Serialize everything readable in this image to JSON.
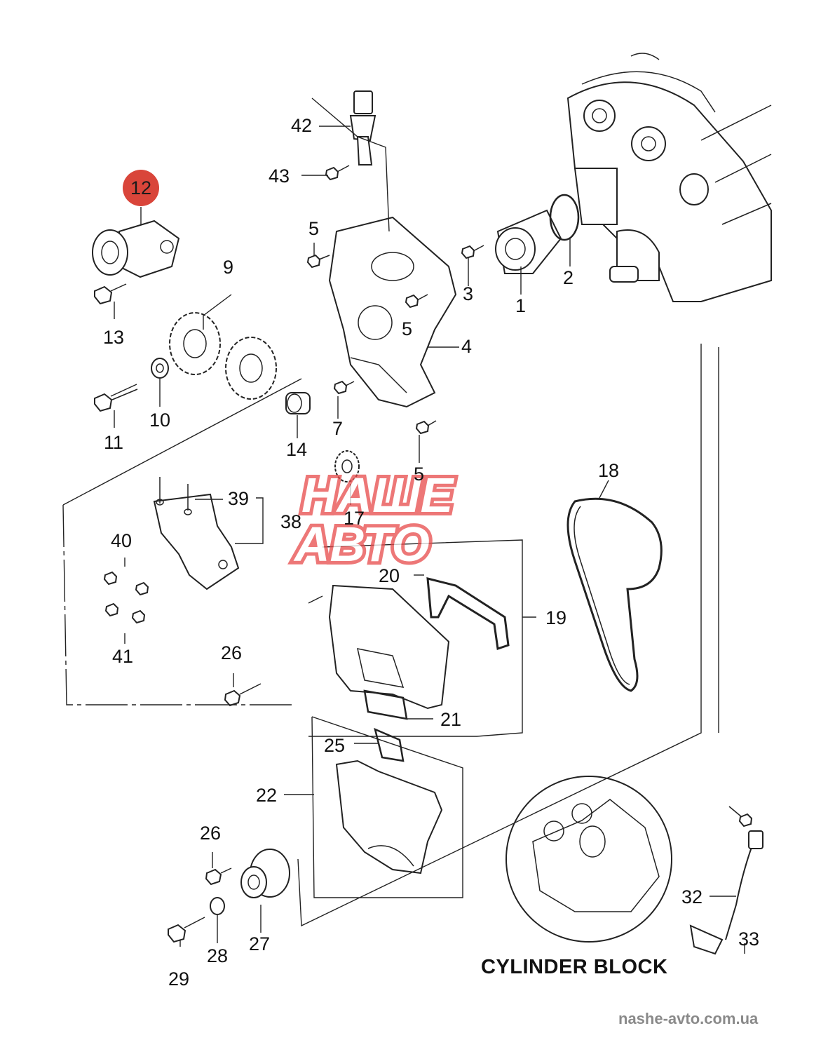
{
  "highlight": {
    "part": "12",
    "color": "#d9453a"
  },
  "labels": {
    "l1": "1",
    "l2": "2",
    "l3": "3",
    "l4": "4",
    "l5a": "5",
    "l5b": "5",
    "l5c": "5",
    "l7": "7",
    "l9": "9",
    "l10": "10",
    "l11": "11",
    "l12": "12",
    "l13": "13",
    "l14": "14",
    "l17": "17",
    "l18": "18",
    "l19": "19",
    "l20": "20",
    "l21": "21",
    "l22": "22",
    "l25": "25",
    "l26a": "26",
    "l26b": "26",
    "l27": "27",
    "l28": "28",
    "l29": "29",
    "l32": "32",
    "l33": "33",
    "l38": "38",
    "l39": "39",
    "l40": "40",
    "l41": "41",
    "l42": "42",
    "l43": "43"
  },
  "inset_caption": "CYLINDER BLOCK",
  "watermark": {
    "line1": "НАШЕ",
    "line2": "АВТО",
    "color": "#e84a4a"
  },
  "source_url": "nashe-avto.com.ua"
}
